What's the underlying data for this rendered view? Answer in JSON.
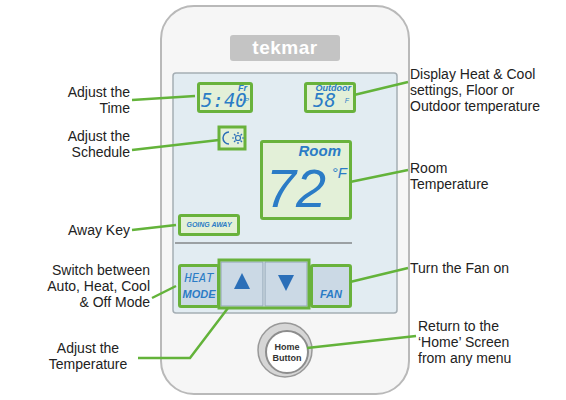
{
  "diagram": {
    "nodes": [
      {
        "text": [
          "tekmar"
        ]
      },
      {
        "text": [
          "Fr",
          "5:40",
          "P"
        ],
        "in": 0
      },
      {
        "text": [
          "Outdoor",
          "58",
          "F"
        ],
        "in": 0
      },
      {
        "text": [
          "Room",
          "72",
          "°F"
        ],
        "in": 0
      },
      {
        "text": [
          "GOING AWAY"
        ],
        "in": 0
      },
      {
        "text": [
          "HEAT",
          "MODE"
        ],
        "in": 0
      },
      {
        "text": [
          "FAN"
        ],
        "in": 0
      },
      {
        "text": [
          "Home Button"
        ],
        "in": 0
      }
    ],
    "labels": [
      "Adjust the Time",
      "Adjust the Schedule",
      "Away Key",
      "Switch between Auto, Heat, Cool & Off Mode",
      "Adjust the Temperature",
      "Display Heat & Cool settings, Floor or Outdoor temperature",
      "Room Temperature",
      "Turn the Fan on",
      "Return to the ‘Home’ Screen from any menu"
    ]
  }
}
